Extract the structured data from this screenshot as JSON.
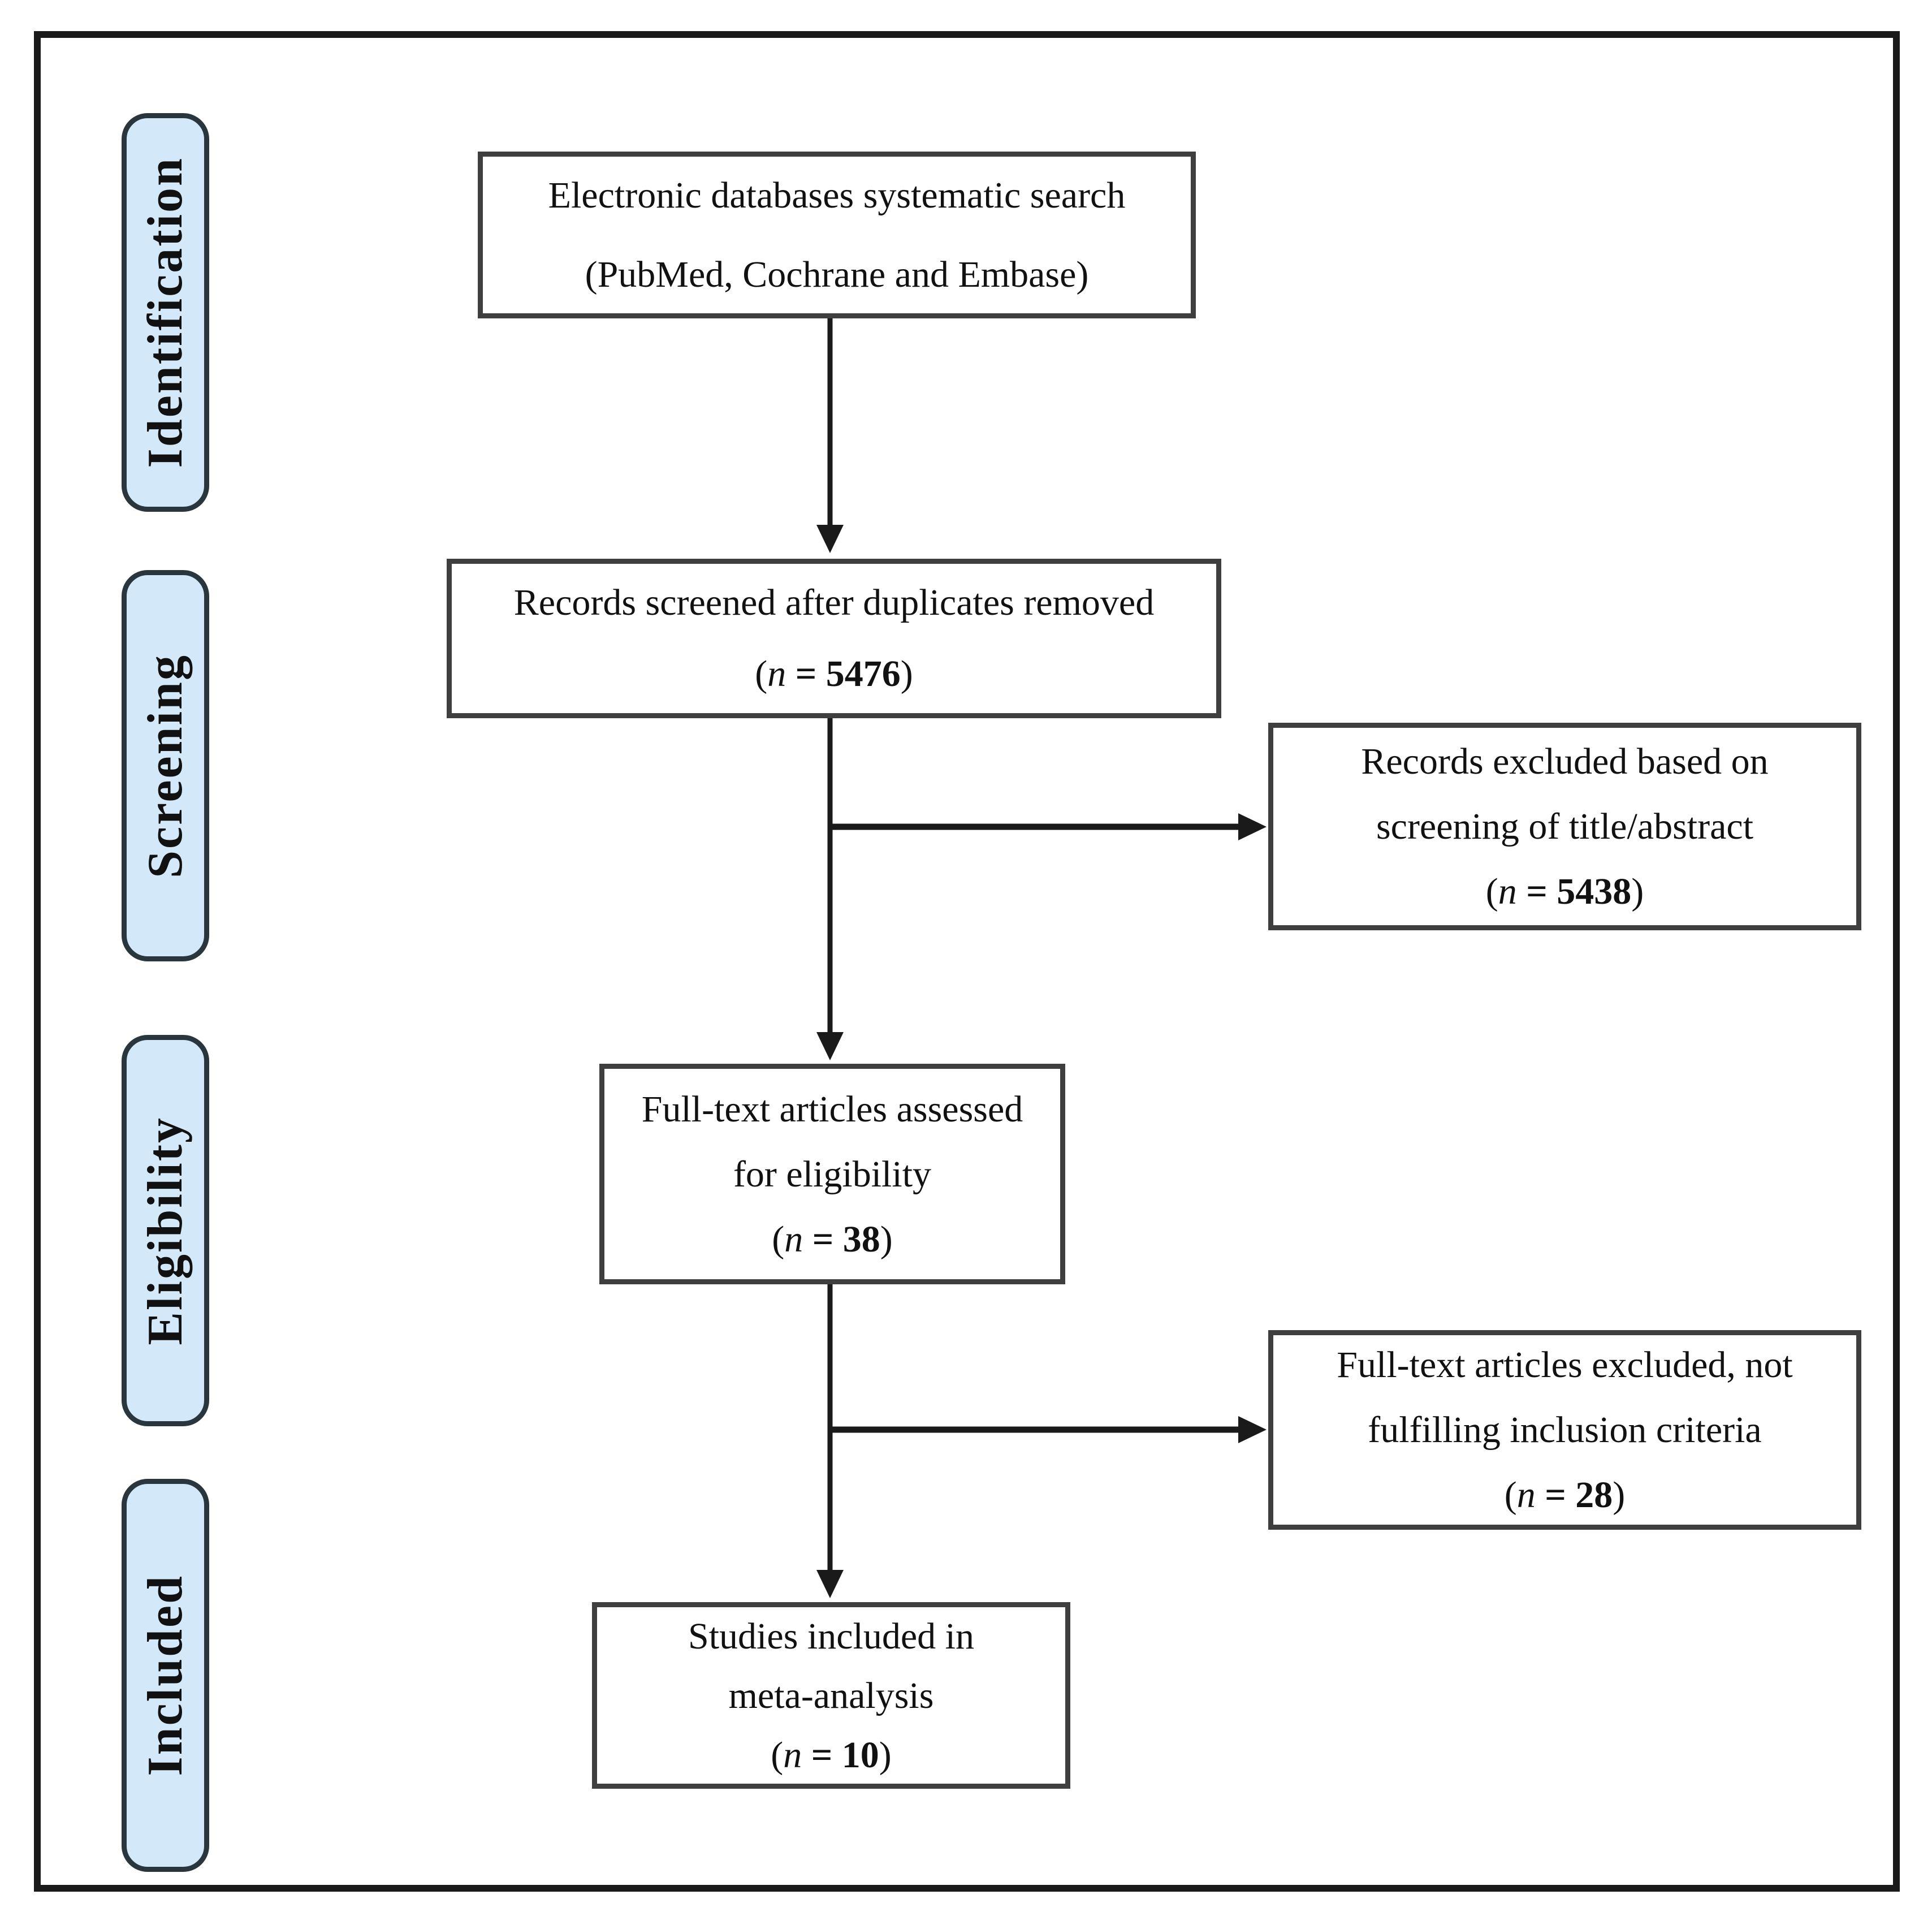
{
  "stages": [
    {
      "label": "Identification"
    },
    {
      "label": "Screening"
    },
    {
      "label": "Eligibility"
    },
    {
      "label": "Included"
    }
  ],
  "boxes": {
    "search": {
      "lines": [
        "Electronic databases systematic search",
        "(PubMed, Cochrane and Embase)"
      ]
    },
    "screened": {
      "lines": [
        "Records screened after duplicates removed"
      ],
      "n": {
        "open": "(",
        "var": "n",
        "eq": " = ",
        "value": "5476",
        "close": ")"
      }
    },
    "excluded_screening": {
      "lines": [
        "Records excluded based on",
        "screening of title/abstract"
      ],
      "n": {
        "open": "(",
        "var": "n",
        "eq": " = ",
        "value": "5438",
        "close": ")"
      }
    },
    "fulltext": {
      "lines": [
        "Full-text articles assessed",
        "for eligibility"
      ],
      "n": {
        "open": "(",
        "var": "n",
        "eq": " = ",
        "value": "38",
        "close": ")"
      }
    },
    "excluded_fulltext": {
      "lines": [
        "Full-text articles excluded, not",
        "fulfilling inclusion criteria"
      ],
      "n": {
        "open": "(",
        "var": "n",
        "eq": " = ",
        "value": "28",
        "close": ")"
      }
    },
    "included": {
      "lines": [
        "Studies included in",
        "meta-analysis"
      ],
      "n": {
        "open": "(",
        "var": "n",
        "eq": " = ",
        "value": "10",
        "close": ")"
      }
    }
  },
  "colors": {
    "stage_fill": "#d3e9f9",
    "stage_border": "#2a363e",
    "box_border": "#3f3f3f",
    "arrow": "#1a1a1a",
    "outer_border": "#1a1a1a",
    "text": "#111111"
  }
}
